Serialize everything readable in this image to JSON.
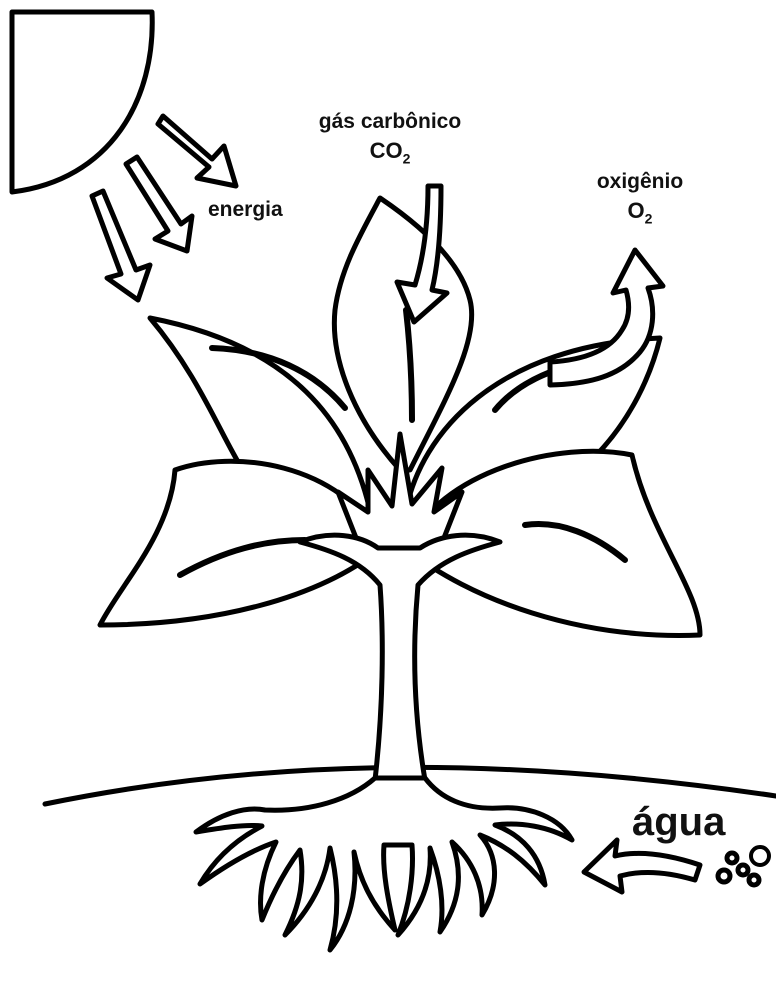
{
  "labels": {
    "energy": "energia",
    "carbon_dioxide_name": "gás carbônico",
    "carbon_dioxide_formula_main": "CO",
    "carbon_dioxide_formula_sub": "2",
    "oxygen_name": "oxigênio",
    "oxygen_formula_main": "O",
    "oxygen_formula_sub": "2",
    "water": "água"
  },
  "icons": [
    "sun-icon",
    "energy-arrow-icon",
    "co2-arrow-icon",
    "o2-arrow-icon",
    "water-arrow-icon",
    "water-bubbles-icon",
    "plant-icon"
  ],
  "colors": {
    "line": "#000000",
    "fill": "#ffffff"
  }
}
